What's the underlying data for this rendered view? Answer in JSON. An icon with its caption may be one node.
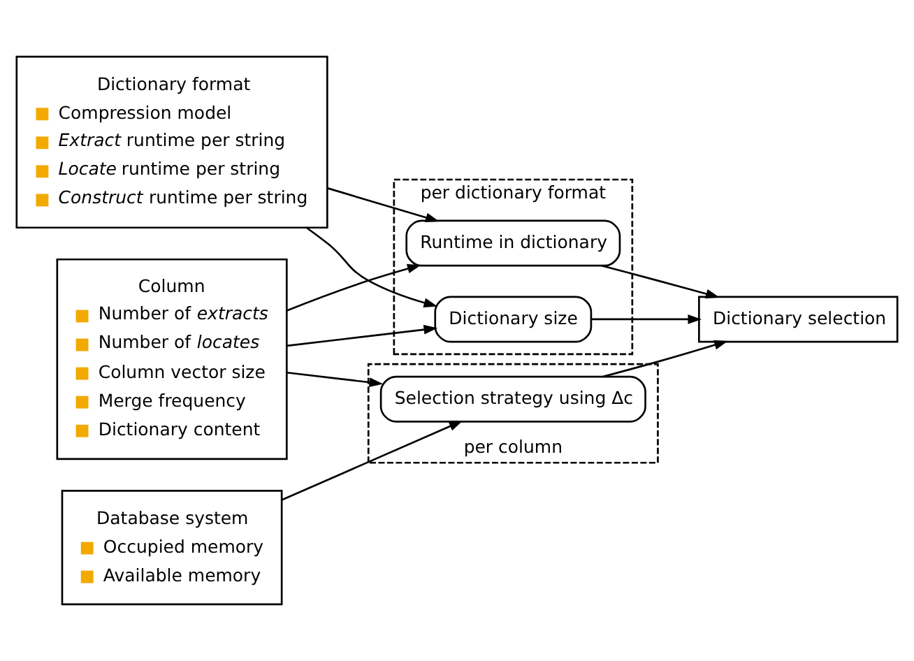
{
  "diagram": {
    "nodes": [
      {
        "text": [
          "Dictionary format",
          "Compression model",
          "*Extract* runtime per string",
          "*Locate* runtime per string",
          "*Construct* runtime per string"
        ]
      },
      {
        "text": [
          "Column",
          "Number of *extracts*",
          "Number of *locates*",
          "Column vector size",
          "Merge frequency",
          "Dictionary content"
        ]
      },
      {
        "text": [
          "Database system",
          "Occupied memory",
          "Available memory"
        ]
      },
      {
        "text": [
          "per dictionary format"
        ]
      },
      {
        "text": [
          "Runtime in dictionary"
        ],
        "in": 3
      },
      {
        "text": [
          "Dictionary size"
        ],
        "in": 3
      },
      {
        "text": [
          "per column"
        ]
      },
      {
        "text": [
          "Selection strategy using Δc"
        ],
        "in": 6
      },
      {
        "text": [
          "Dictionary selection"
        ]
      }
    ],
    "edges": [
      {
        "from": 0,
        "to": 4,
        "arrow": "to"
      },
      {
        "from": 0,
        "to": 5,
        "arrow": "to"
      },
      {
        "from": 1,
        "to": 4,
        "arrow": "to"
      },
      {
        "from": 1,
        "to": 5,
        "arrow": "to"
      },
      {
        "from": 1,
        "to": 7,
        "arrow": "to"
      },
      {
        "from": 2,
        "to": 7,
        "arrow": "to"
      },
      {
        "from": 4,
        "to": 8,
        "arrow": "to"
      },
      {
        "from": 5,
        "to": 8,
        "arrow": "to"
      },
      {
        "from": 7,
        "to": 8,
        "arrow": "to"
      }
    ]
  }
}
